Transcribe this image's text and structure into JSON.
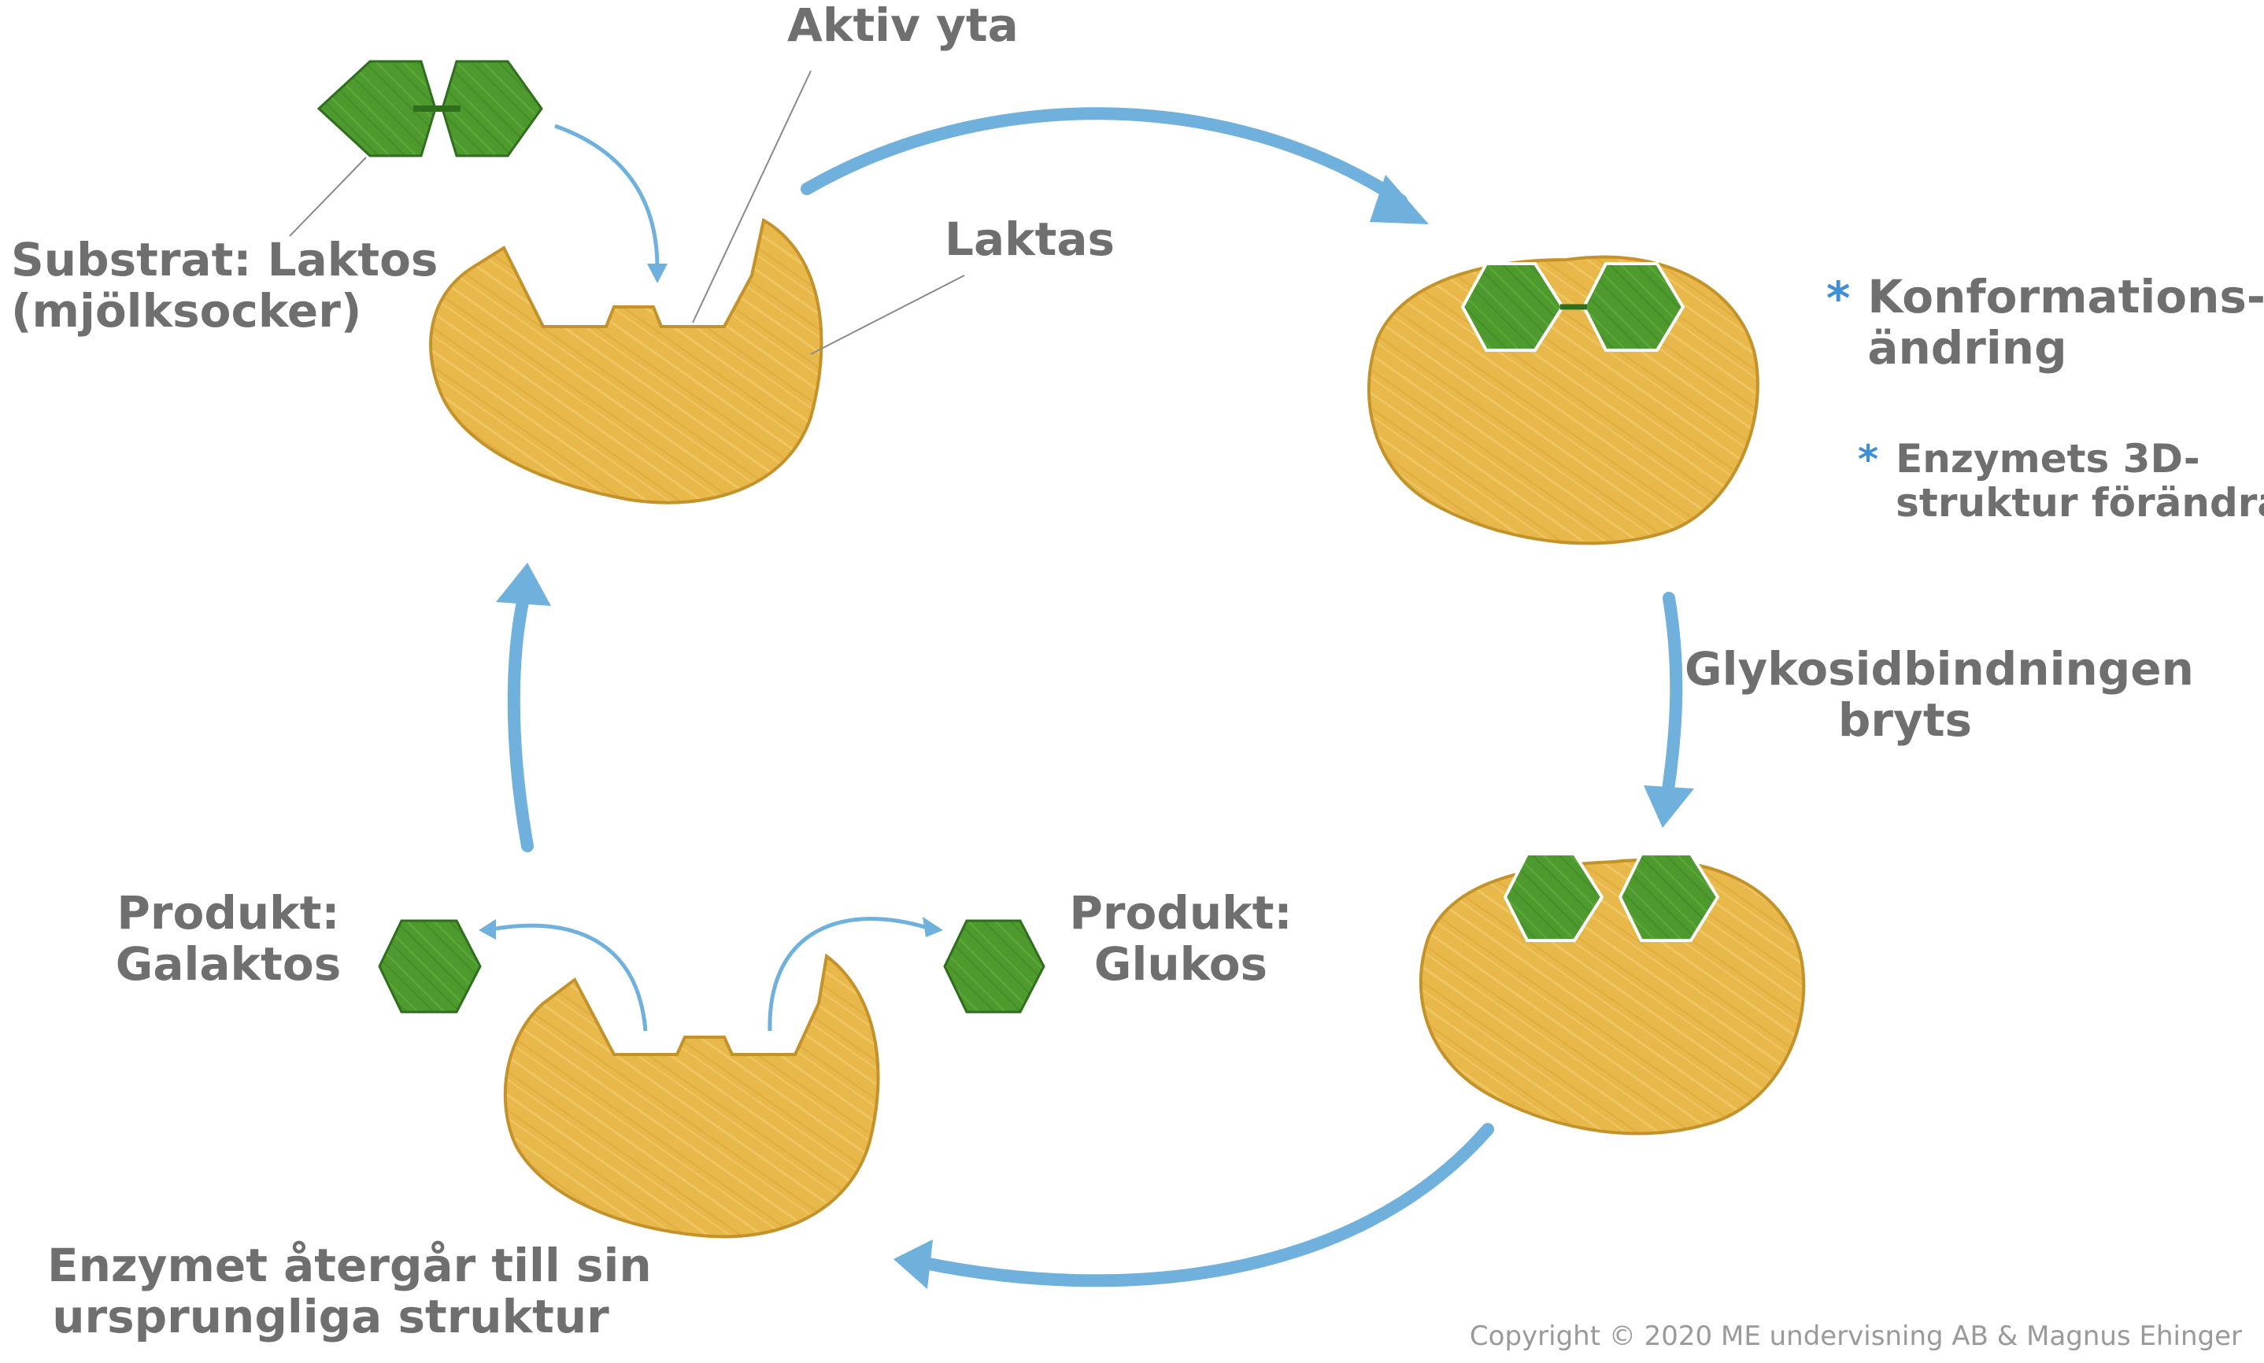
{
  "labels": {
    "aktiv_yta": "Aktiv yta",
    "laktas": "Laktas",
    "substrat_line1": "Substrat: Laktos",
    "substrat_line2": "(mjölksocker)",
    "glykosid_line1": "Glykosidbindningen",
    "glykosid_line2": "bryts",
    "produkt_galaktos_line1": "Produkt:",
    "produkt_galaktos_line2": "Galaktos",
    "produkt_glukos_line1": "Produkt:",
    "produkt_glukos_line2": "Glukos",
    "aterg_line1": "Enzymet återgår till sin",
    "aterg_line2": "ursprungliga struktur"
  },
  "notes": [
    {
      "line1": "Konformations-",
      "line2": "ändring",
      "bullet": "*"
    },
    {
      "line1": "Enzymets 3D-",
      "line2": "struktur förändras",
      "bullet": "*"
    }
  ],
  "copyright": "Copyright © 2020 ME undervisning AB & Magnus Ehinger",
  "colors": {
    "enzyme_fill": "#e8b84a",
    "enzyme_stroke": "#c4922a",
    "sugar_fill": "#4e9a2e",
    "sugar_stroke": "#2f6e1c",
    "arrow": "#6fb0dc",
    "text": "#6f6f6f",
    "bullet": "#3f8fd6"
  }
}
